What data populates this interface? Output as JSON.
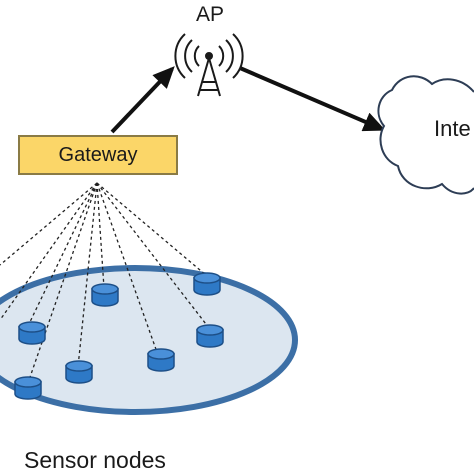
{
  "diagram": {
    "ap_label": "AP",
    "gateway_label": "Gateway",
    "internet_label": "Inte",
    "sensor_nodes_label": "Sensor nodes"
  },
  "colors": {
    "gateway_fill": "#fbd668",
    "gateway_border": "#8a7b45",
    "field_fill": "#dce6f0",
    "field_border": "#3c6fa6",
    "node_fill": "#2e79c6",
    "node_dark": "#1d4f87",
    "arrow": "#111111",
    "cloud_stroke": "#2d3d55"
  },
  "icons": {
    "ap": "antenna-tower-icon",
    "cloud": "cloud-icon",
    "sensor_node": "cylinder-node-icon"
  }
}
